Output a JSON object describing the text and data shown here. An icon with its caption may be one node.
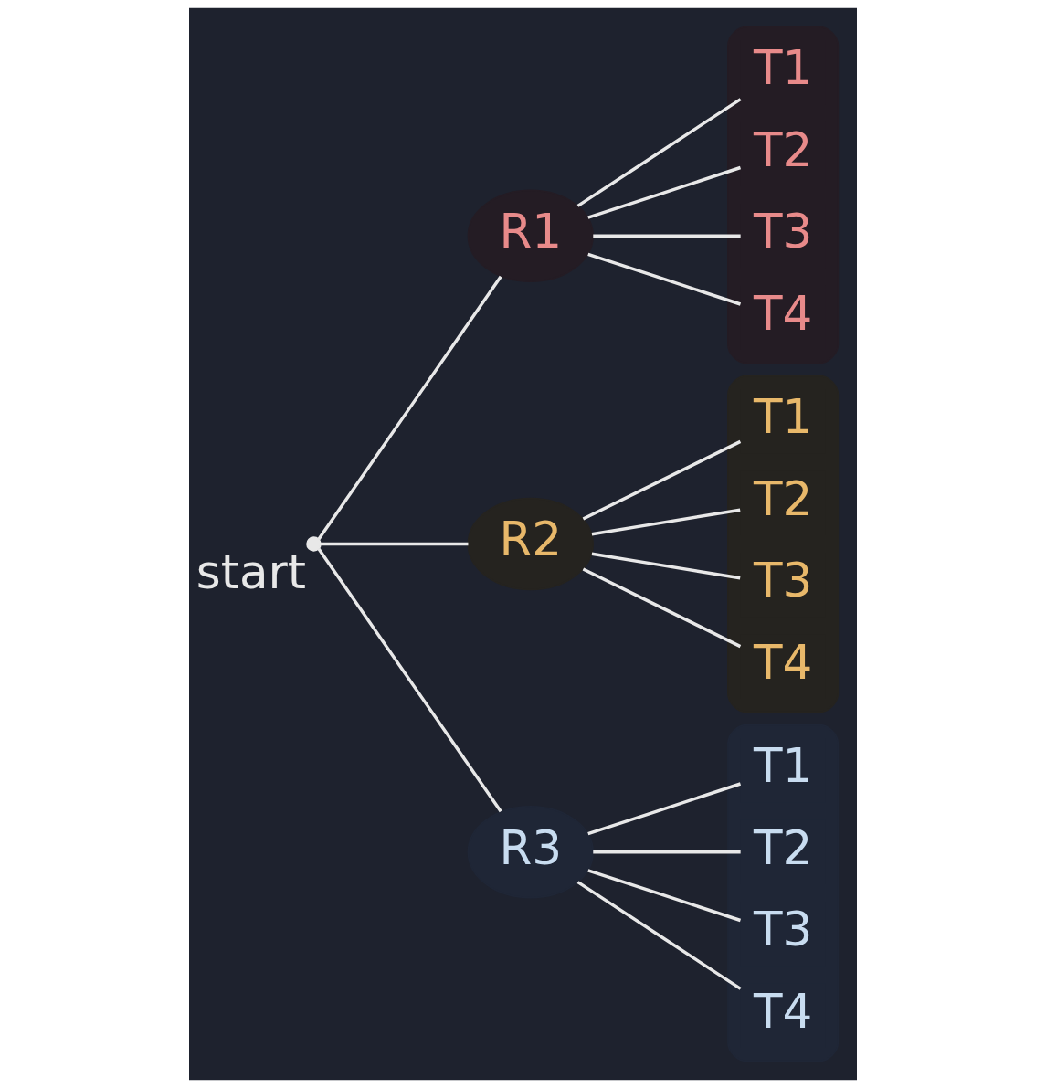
{
  "diagram": {
    "nodes": [
      {
        "text": [],
        "shape": "circle",
        "beside": [
          "start"
        ]
      },
      {
        "text": [
          "R1"
        ]
      },
      {
        "text": [
          "R2"
        ]
      },
      {
        "text": [
          "R3"
        ]
      },
      {
        "text": [],
        "shape": "box"
      },
      {
        "text": [
          "T1"
        ],
        "in": 4
      },
      {
        "text": [
          "T2"
        ],
        "in": 4
      },
      {
        "text": [
          "T3"
        ],
        "in": 4
      },
      {
        "text": [
          "T4"
        ],
        "in": 4
      },
      {
        "text": [],
        "shape": "box"
      },
      {
        "text": [
          "T1"
        ],
        "in": 9
      },
      {
        "text": [
          "T2"
        ],
        "in": 9
      },
      {
        "text": [
          "T3"
        ],
        "in": 9
      },
      {
        "text": [
          "T4"
        ],
        "in": 9
      },
      {
        "text": [],
        "shape": "box"
      },
      {
        "text": [
          "T1"
        ],
        "in": 14
      },
      {
        "text": [
          "T2"
        ],
        "in": 14
      },
      {
        "text": [
          "T3"
        ],
        "in": 14
      },
      {
        "text": [
          "T4"
        ],
        "in": 14
      }
    ],
    "edges": [
      {
        "from": 0,
        "to": 1,
        "arrow": "none"
      },
      {
        "from": 0,
        "to": 2,
        "arrow": "none"
      },
      {
        "from": 0,
        "to": 3,
        "arrow": "none"
      },
      {
        "from": 1,
        "to": 5,
        "arrow": "none"
      },
      {
        "from": 1,
        "to": 6,
        "arrow": "none"
      },
      {
        "from": 1,
        "to": 7,
        "arrow": "none"
      },
      {
        "from": 1,
        "to": 8,
        "arrow": "none"
      },
      {
        "from": 2,
        "to": 10,
        "arrow": "none"
      },
      {
        "from": 2,
        "to": 11,
        "arrow": "none"
      },
      {
        "from": 2,
        "to": 12,
        "arrow": "none"
      },
      {
        "from": 2,
        "to": 13,
        "arrow": "none"
      },
      {
        "from": 3,
        "to": 15,
        "arrow": "none"
      },
      {
        "from": 3,
        "to": 16,
        "arrow": "none"
      },
      {
        "from": 3,
        "to": 17,
        "arrow": "none"
      },
      {
        "from": 3,
        "to": 18,
        "arrow": "none"
      }
    ]
  }
}
